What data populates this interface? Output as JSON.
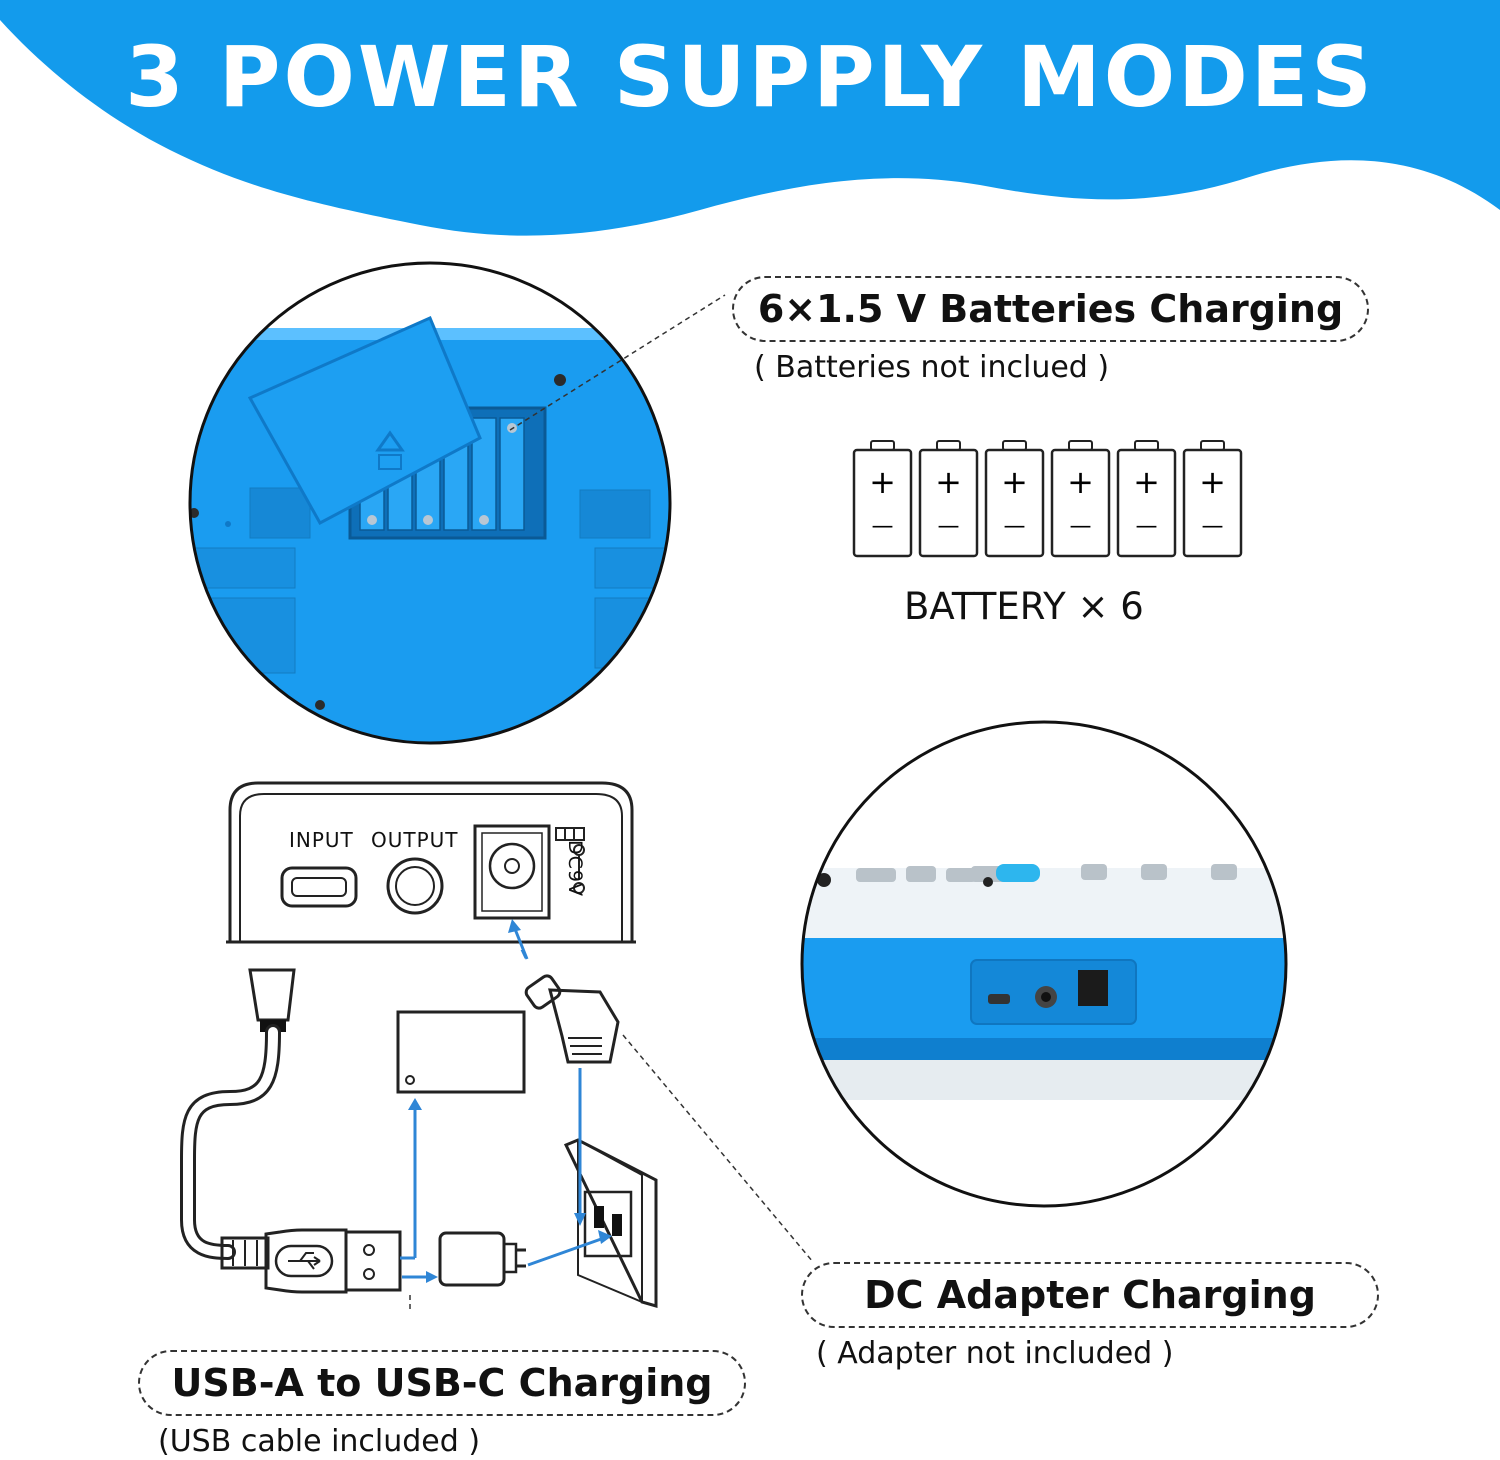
{
  "header": {
    "title": "3 POWER SUPPLY MODES",
    "banner_color": "#139bec"
  },
  "modes": {
    "batteries": {
      "title": "6×1.5 V Batteries Charging",
      "note": "( Batteries not inclued )",
      "battery_count": 6,
      "battery_label": "BATTERY × 6",
      "plus_sign": "+",
      "minus_sign": "—"
    },
    "usb": {
      "title": "USB-A to USB-C Charging",
      "note": "(USB cable included )"
    },
    "dc": {
      "title": "DC Adapter Charging",
      "note": "( Adapter not included )"
    }
  },
  "port_panel": {
    "input_label": "INPUT",
    "output_label": "OUTPUT",
    "dc_label": "DC9V"
  },
  "colors": {
    "keyboard_blue": "#1a9cf0",
    "arrow_blue": "#2f86d6",
    "outline": "#222222"
  }
}
